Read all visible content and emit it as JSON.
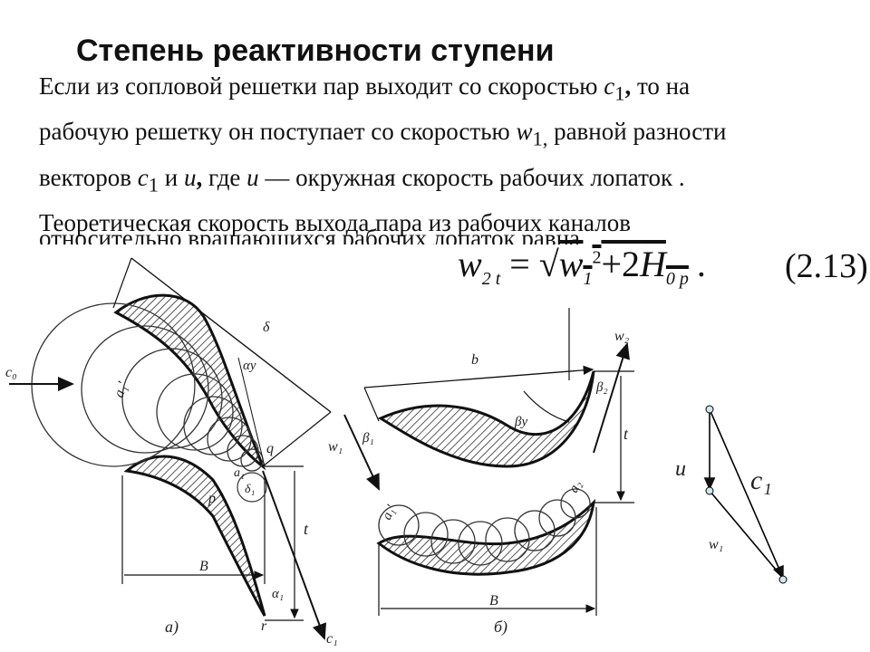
{
  "title": "Степень реактивности ступени",
  "body": {
    "l1_a": "Если из сопловой решетки пар выходит со скоростью ",
    "l1_c": "c",
    "l1_c_sub": "1",
    "l1_comma": ",",
    "l1_b": " то на",
    "l2_a": "рабочую решетку он поступает со скоростью ",
    "l2_w": "w",
    "l2_w_sub": "1,",
    "l2_b": " равной разности",
    "l3_a": "векторов ",
    "l3_c": "c",
    "l3_c_sub": "1",
    "l3_b": " и ",
    "l3_u": "u",
    "l3_comma": ",",
    "l3_c2": " где ",
    "l3_u2": "u",
    "l3_d": " — окружная скорость рабочих лопаток .",
    "l4": "Теоретическая скорость выхода пара из рабочих каналов",
    "l5": "относительно вращающихся рабочих лопаток равна"
  },
  "formula": {
    "lhs": "w",
    "lhs_sub": "2 t",
    "eq": "=",
    "sqrt": "√",
    "w": "w",
    "w_sub": "1",
    "w_sup": "2",
    "plus": "+2",
    "h": "H",
    "h_sub": "0 р",
    "tail": " .",
    "number": "(2.13)"
  },
  "figA": {
    "c0": "c₀",
    "b": "δ",
    "alpha_y": "αу",
    "a1": "a₁'",
    "q": "q",
    "a1_small": "a₁",
    "delta1": "δ₁",
    "p": "p",
    "B": "B",
    "t": "t",
    "alpha1": "α₁",
    "r": "r",
    "c1": "c₁",
    "caption": "а)"
  },
  "figB": {
    "b": "b",
    "w2": "w₂",
    "beta2": "β₂",
    "beta_y": "βу",
    "beta1": "β₁",
    "w1": "w₁",
    "t": "t",
    "a1": "a₁'",
    "a2": "a₂",
    "B": "B",
    "caption": "б)"
  },
  "triangle": {
    "u": "u",
    "c1": "c₁",
    "w1": "w₁"
  }
}
